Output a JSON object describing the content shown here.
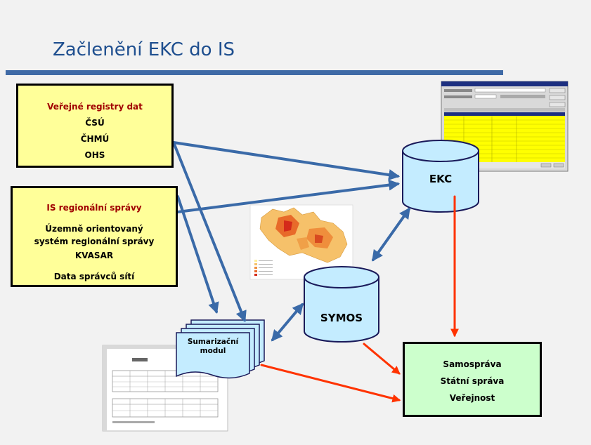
{
  "title": "Začlenění EKC do IS",
  "public_registries": {
    "heading": "Veřejné registry dat",
    "items": [
      "ČSÚ",
      "ČHMÚ",
      "OHS"
    ]
  },
  "regional_is": {
    "heading": "IS regionální správy",
    "items": [
      "Územně orientovaný",
      "systém regionální správy",
      "KVASAR",
      "Data správců sítí"
    ]
  },
  "ekc_label": "EKC",
  "symos_label": "SYMOS",
  "summary_module": {
    "line1": "Sumarizační",
    "line2": "modul"
  },
  "consumers": {
    "items": [
      "Samospráva",
      "Státní správa",
      "Veřejnost"
    ]
  },
  "colors": {
    "title": "#1f4f8f",
    "arrow_blue": "#3a6aa8",
    "arrow_red": "#ff3300",
    "cylinder": "#c4ecff",
    "box_yellow": "#ffff99",
    "box_green": "#ccffcc"
  }
}
